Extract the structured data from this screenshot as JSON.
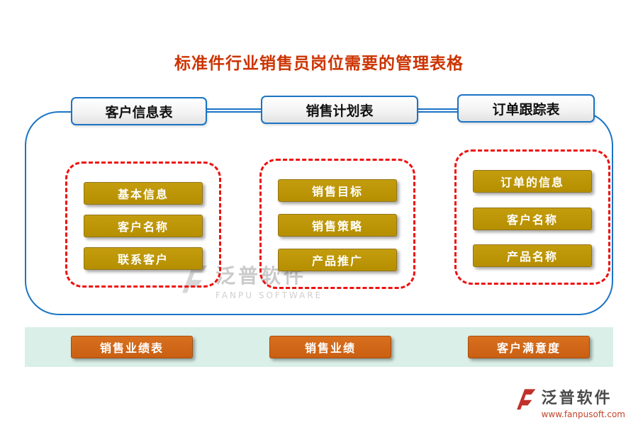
{
  "title": "标准件行业销售员岗位需要的管理表格",
  "columns": [
    {
      "header": "客户信息表",
      "items": [
        "基本信息",
        "客户名称",
        "联系客户"
      ]
    },
    {
      "header": "销售计划表",
      "items": [
        "销售目标",
        "销售策略",
        "产品推广"
      ]
    },
    {
      "header": "订单跟踪表",
      "items": [
        "订单的信息",
        "客户名称",
        "产品名称"
      ]
    }
  ],
  "bottom_row": [
    "销售业绩表",
    "销售业绩",
    "客户满意度"
  ],
  "watermark": {
    "name": "泛普软件",
    "subtitle": "FANPU SOFTWARE"
  },
  "footer": {
    "name": "泛普软件",
    "url": "www.fanpusoft.com"
  },
  "colors": {
    "title": "#cc3300",
    "accent_blue": "#1b74c5",
    "dashed_red": "#ee1111",
    "gold_button": "#b8940a",
    "orange_button": "#d2671d",
    "strip_green": "#d9efe7",
    "logo_red": "#c0302a"
  }
}
